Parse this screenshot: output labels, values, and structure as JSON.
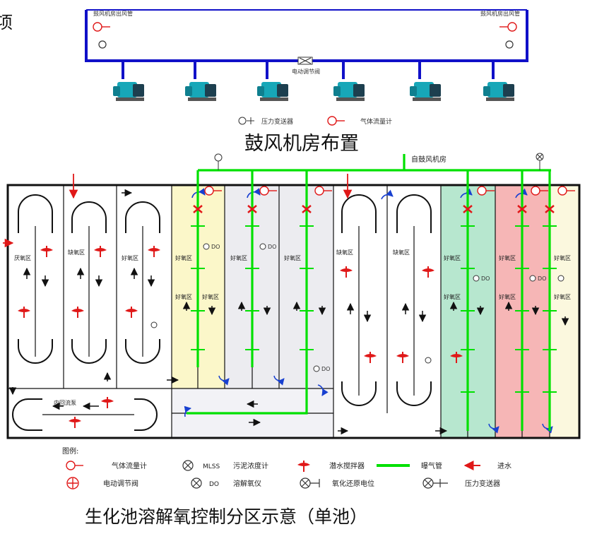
{
  "corner_fragment": "项",
  "blower_room": {
    "title": "鼓风机房布置",
    "left_header": "鼓风机房出风管",
    "right_header": "鼓风机房出风管",
    "pipe_label": "电动调节阀",
    "sub_legend": [
      {
        "icon": "pressure-gauge-icon",
        "text": "压力变送器"
      },
      {
        "icon": "flowmeter-icon",
        "text": "气体流量计"
      }
    ],
    "blower_count": 6
  },
  "pool": {
    "title": "生化池溶解氧控制分区示意（单池）",
    "air_source_label": "自鼓风机房",
    "zone_labels": {
      "z1a": "厌氧区",
      "z1b": "缺氧区",
      "z2a": "好氧区",
      "z2b": "好氧区",
      "z3a": "好氧区",
      "z3b": "好氧区",
      "z4a": "好氧区",
      "z4b": "好氧区",
      "z5a": "缺氧区",
      "z5b": "缺氧区",
      "z6a": "好氧区",
      "z6b": "好氧区",
      "z7a": "好氧区",
      "z7b": "好氧区",
      "z8a": "好氧区",
      "z8b": "好氧区",
      "recycle": "内回流泵"
    },
    "do_label": "DO"
  },
  "legend": {
    "title": "图例:",
    "items": [
      {
        "icon": "flowmeter-icon",
        "text": "气体流量计"
      },
      {
        "icon": "mlss-icon",
        "text": "MLSS"
      },
      {
        "icon": "mlss-text",
        "text": "污泥浓度计"
      },
      {
        "icon": "mixer-icon",
        "text": "潜水搅拌器"
      },
      {
        "icon": "air-pipe-icon",
        "text": "曝气管"
      },
      {
        "icon": "inflow-arrow-icon",
        "text": "进水"
      },
      {
        "icon": "control-valve-icon",
        "text": "电动调节阀"
      },
      {
        "icon": "do-icon",
        "text": "DO"
      },
      {
        "icon": "do-text",
        "text": "溶解氧仪"
      },
      {
        "icon": "orp-icon",
        "text": "氧化还原电位"
      },
      {
        "icon": "pressure-icon",
        "text": "压力变送器"
      }
    ]
  },
  "colors": {
    "air_pipe": "#00e000",
    "blower_pipe": "#1010c8",
    "zone_yellow": "#fbf7c9",
    "zone_gray": "#ececf0",
    "zone_green": "#b7e7cf",
    "zone_pink": "#f6b6b6",
    "inflow": "#e01818"
  }
}
